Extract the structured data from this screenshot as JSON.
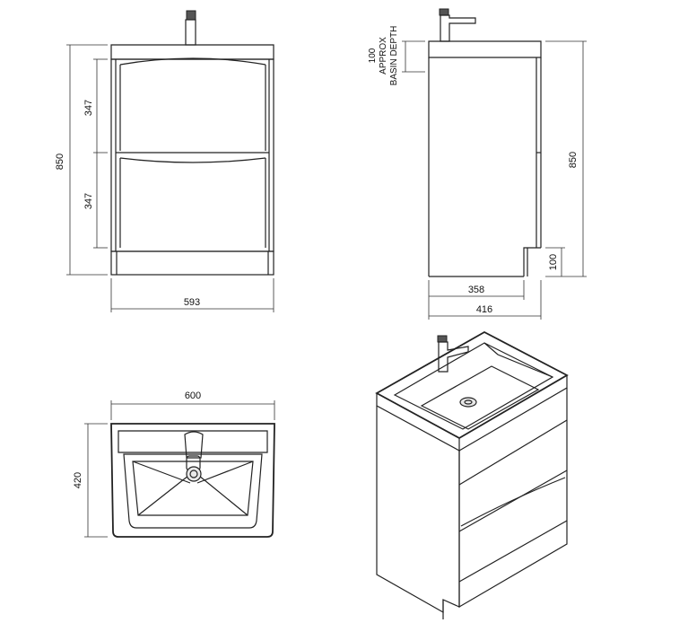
{
  "front_view": {
    "height_label": "850",
    "upper_drawer_label": "347",
    "lower_drawer_label": "347",
    "width_label": "593"
  },
  "side_view": {
    "basin_depth_value": "100",
    "basin_depth_line1": "APPROX",
    "basin_depth_line2": "BASIN DEPTH",
    "height_label": "850",
    "plinth_label": "100",
    "body_depth_label": "358",
    "overall_depth_label": "416"
  },
  "top_view": {
    "width_label": "600",
    "depth_label": "420"
  }
}
